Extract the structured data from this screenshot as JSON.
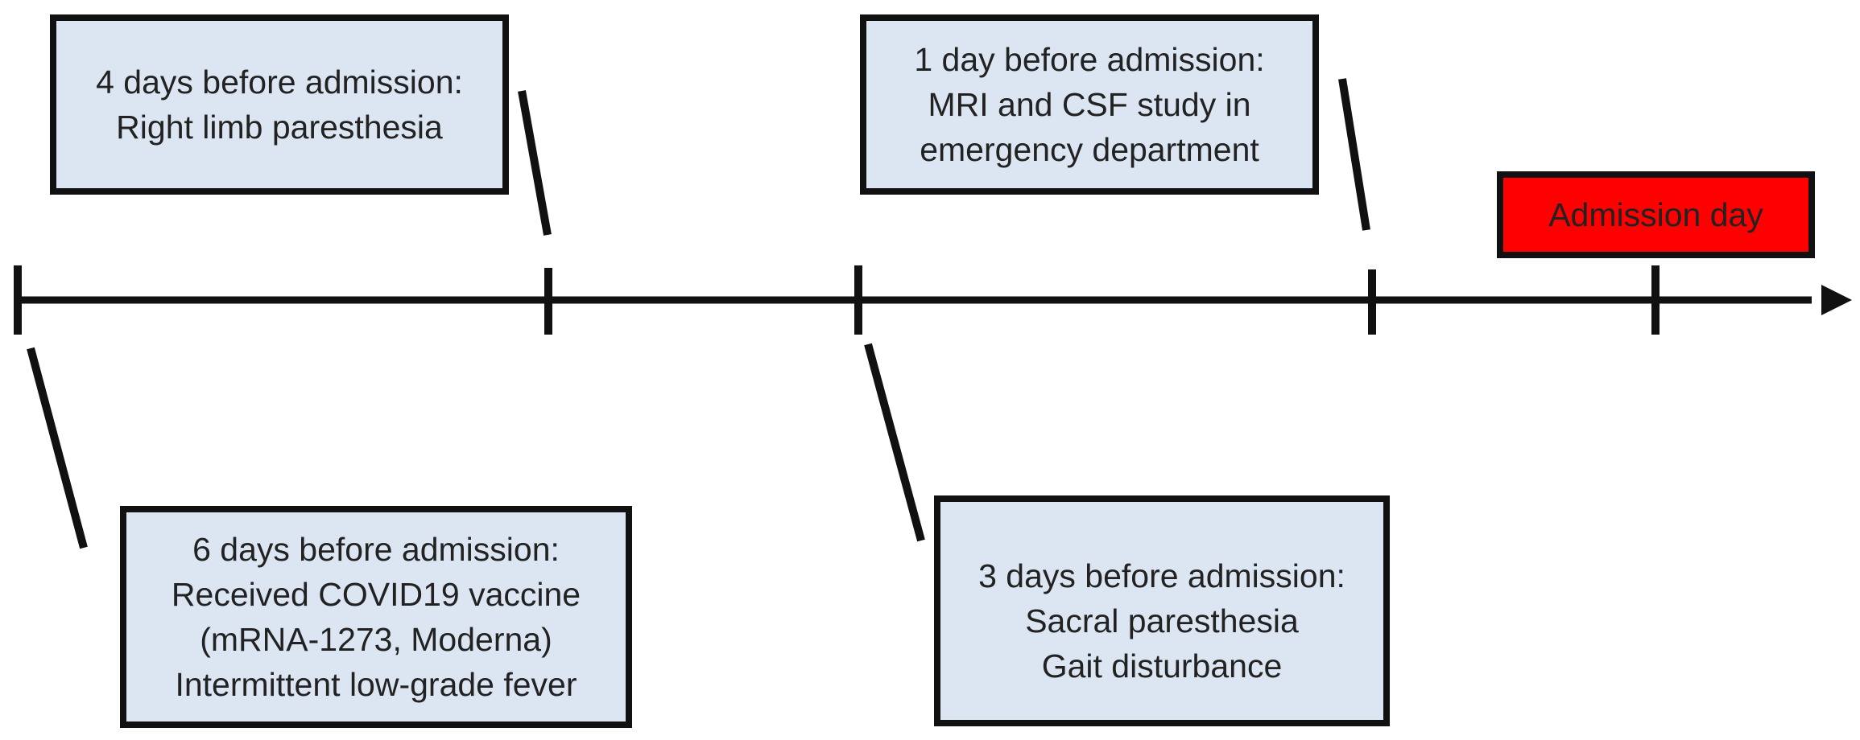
{
  "colors": {
    "box_fill": "#dce6f2",
    "box_border": "#111111",
    "admission_fill": "#ff0000",
    "axis": "#111111",
    "text": "#222222"
  },
  "events": [
    {
      "id": "day-minus-4",
      "lines": [
        "4 days before admission:",
        "Right limb paresthesia"
      ]
    },
    {
      "id": "day-minus-1",
      "lines": [
        "1 day before admission:",
        "MRI and CSF study in",
        "emergency department"
      ]
    },
    {
      "id": "day-minus-6",
      "lines": [
        "6 days before admission:",
        "Received COVID19 vaccine",
        "(mRNA-1273, Moderna)",
        "Intermittent low-grade fever"
      ]
    },
    {
      "id": "day-minus-3",
      "lines": [
        "3 days before admission:",
        "Sacral paresthesia",
        "Gait disturbance"
      ]
    }
  ],
  "admission": {
    "label": "Admission day"
  }
}
